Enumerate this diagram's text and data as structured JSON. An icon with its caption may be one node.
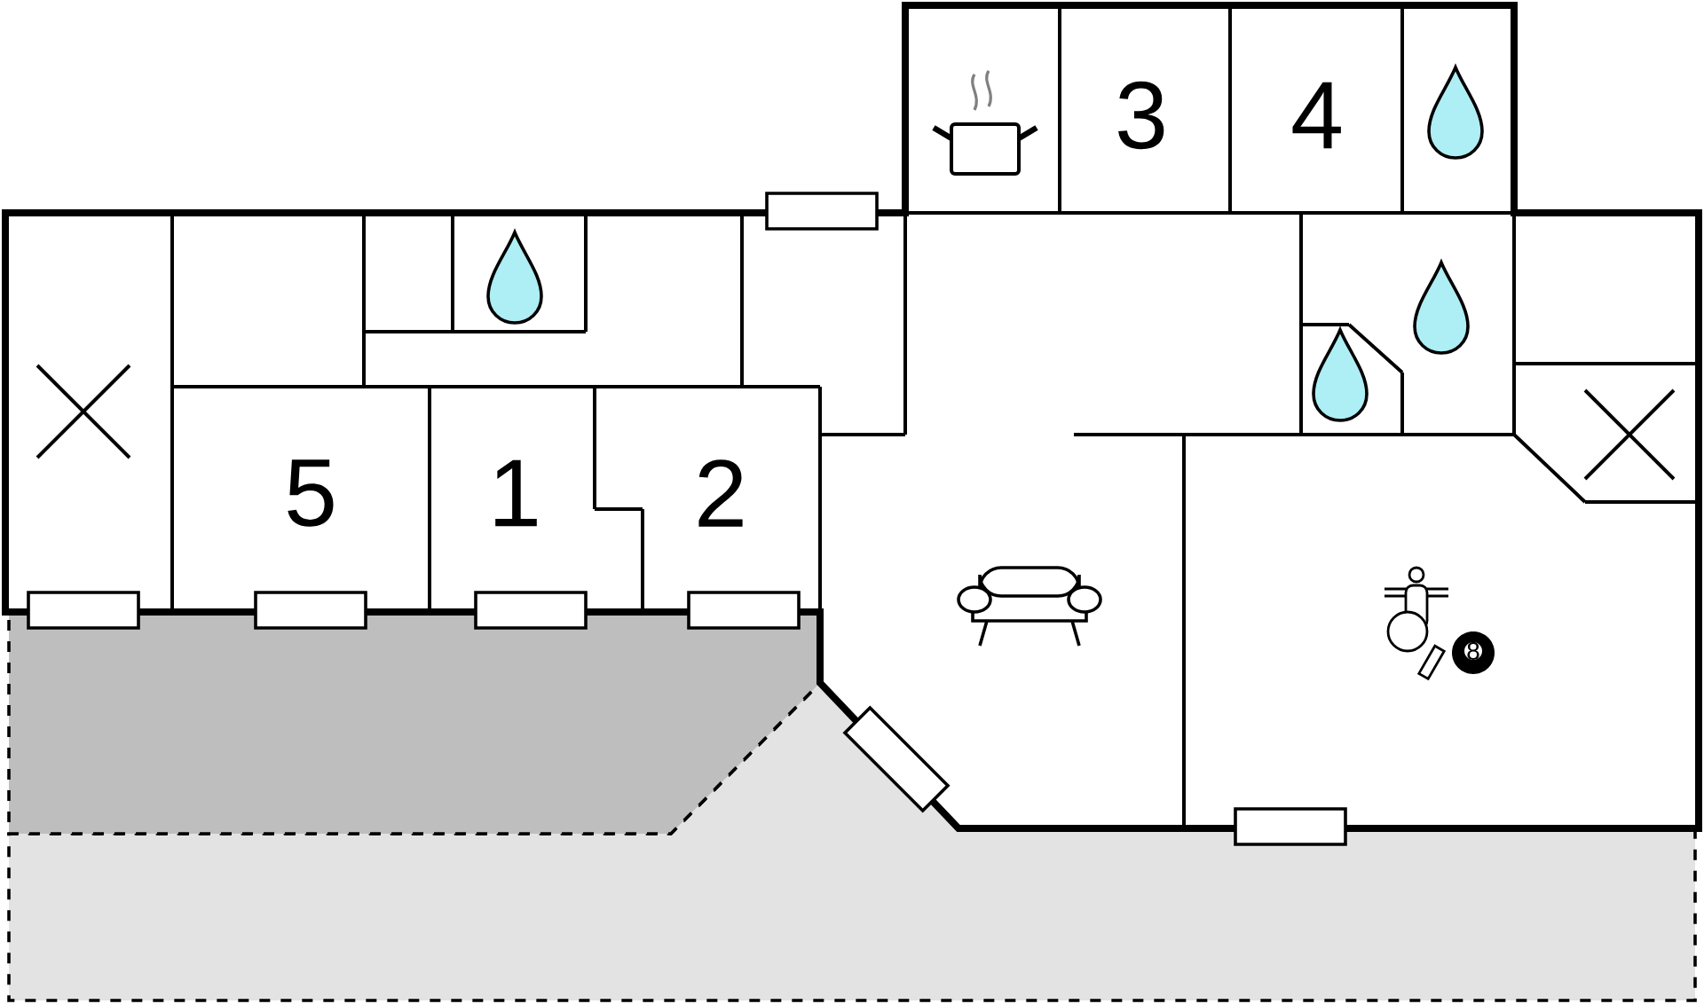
{
  "diagram": {
    "labels": [
      "3",
      "4",
      "5",
      "1",
      "2",
      "8"
    ]
  }
}
